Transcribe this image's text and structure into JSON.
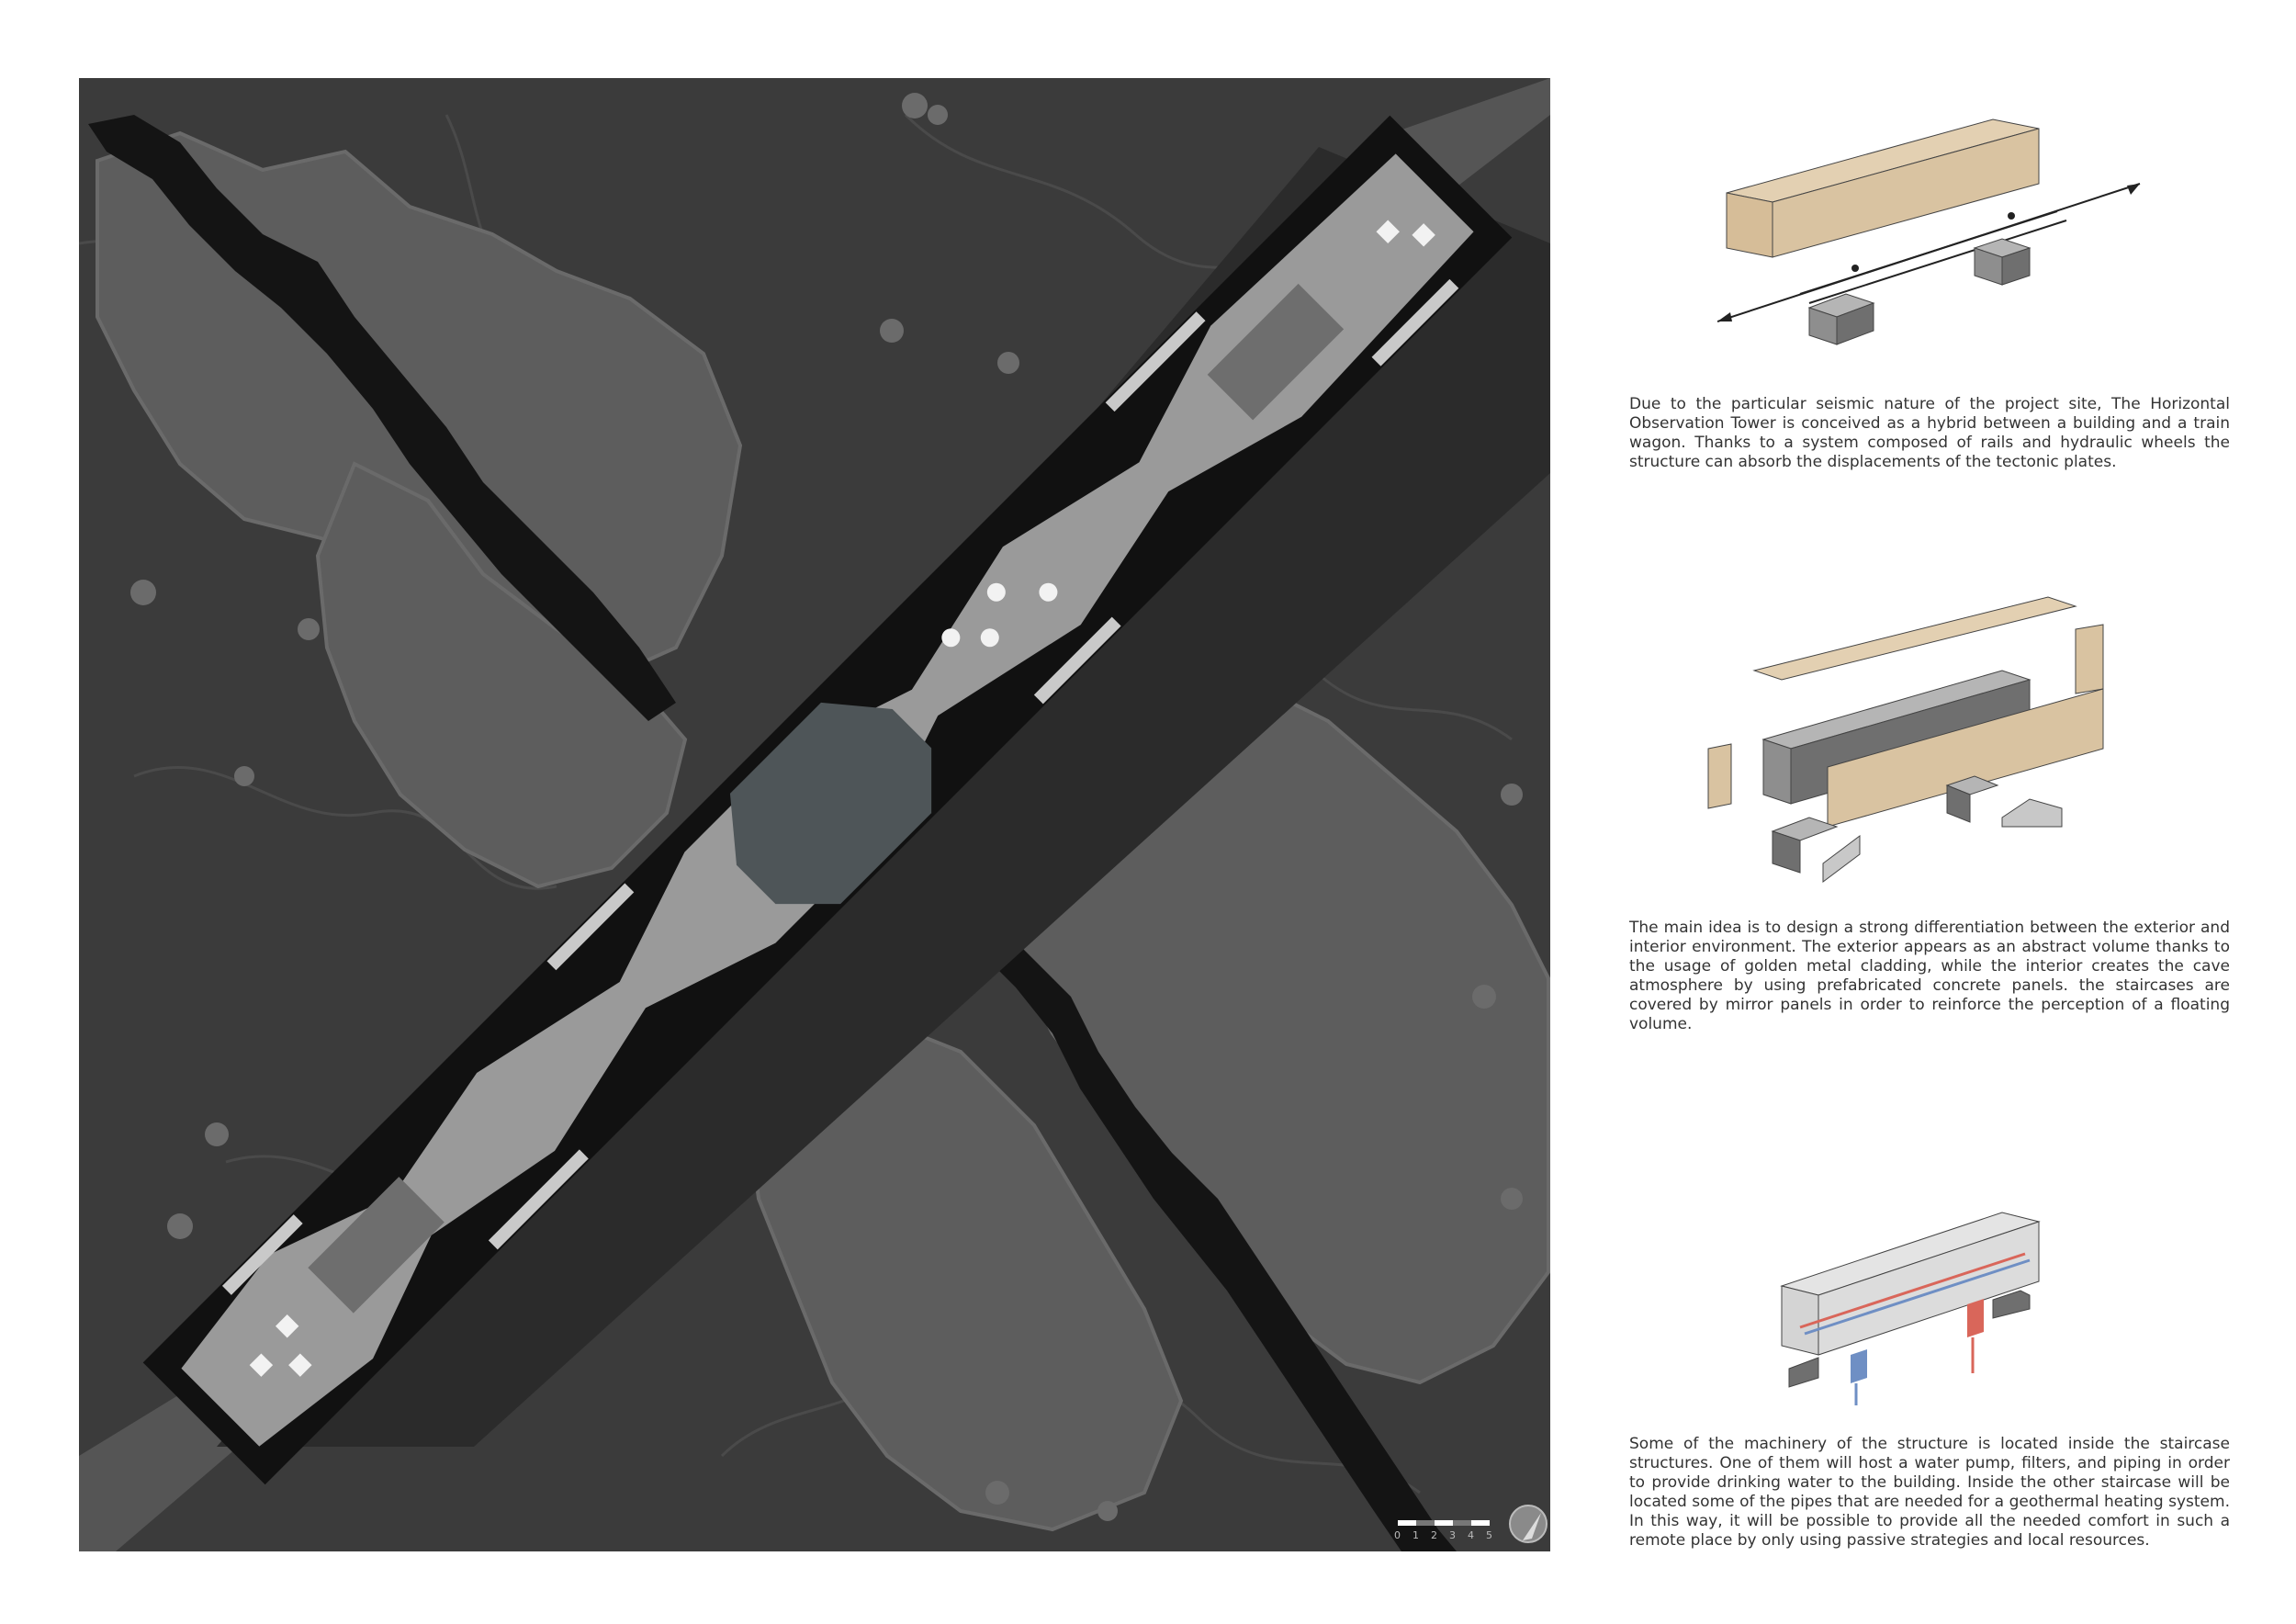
{
  "paragraphs": {
    "p1": "Due to the particular seismic nature of the project site, The Horizontal Observation Tower is conceived as a hybrid between a building and a train wagon. Thanks to a system composed of rails and hydraulic wheels the structure can absorb the displacements of the tectonic plates.",
    "p2": "The main idea is to design a strong differentiation between the exterior and interior environment. The exterior appears as an abstract volume thanks to the usage of golden metal cladding, while the interior creates the cave atmosphere by using prefabricated concrete panels. the staircases are covered by mirror panels in order to reinforce the perception of a floating volume.",
    "p3": "Some of the machinery of the structure is located inside the staircase structures. One of them will host a water pump, filters, and piping in order to provide drinking water to the building. Inside the other staircase will be located some of the pipes that are needed for a geothermal heating system. In this way, it will be possible to provide all the needed comfort in such a remote place by only using passive strategies and local resources."
  },
  "scale_bar": {
    "ticks": [
      "0",
      "1",
      "2",
      "3",
      "4",
      "5"
    ]
  },
  "colors": {
    "ground": "#3b3b3b",
    "ground_lines": "#4a4a4a",
    "fissure": "#141414",
    "vegetation": "#5d5d5d",
    "vegetation_edge": "#6a6a6a",
    "shadow": "#2b2b2b",
    "building_outline": "#111111",
    "floor": "#9a9a9a",
    "floor_light": "#b3b3b3",
    "wall": "#c9c9c9",
    "gold": "#d6bd98",
    "concrete": "#8e8e8e",
    "pipe_red": "#d9665a",
    "pipe_blue": "#6f8fc4"
  }
}
